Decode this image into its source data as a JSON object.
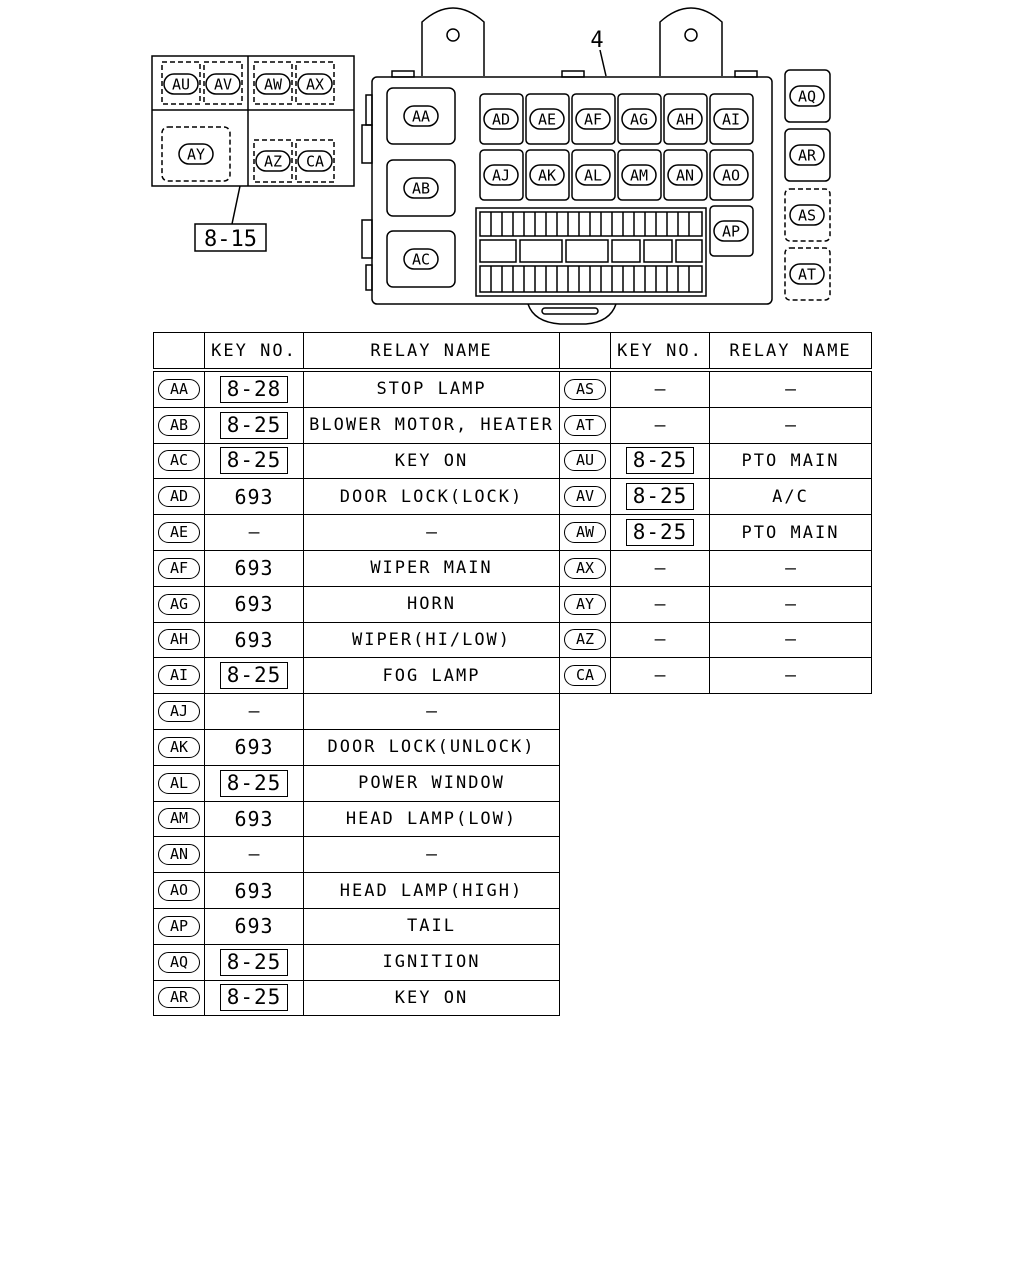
{
  "diagram": {
    "callout_main": "4",
    "callout_sub": "8-15",
    "main_box_slots": [
      "AA",
      "AB",
      "AC",
      "AD",
      "AE",
      "AF",
      "AG",
      "AH",
      "AI",
      "AJ",
      "AK",
      "AL",
      "AM",
      "AN",
      "AO",
      "AP"
    ],
    "side_slots": [
      "AQ",
      "AR",
      "AS",
      "AT"
    ],
    "sub_box_slots": [
      "AU",
      "AV",
      "AW",
      "AX",
      "AY",
      "AZ",
      "CA"
    ]
  },
  "table_left": {
    "headers": [
      "",
      "KEY NO.",
      "RELAY NAME"
    ],
    "rows": [
      {
        "code": "AA",
        "key": "8-28",
        "key_boxed": true,
        "name": "STOP LAMP"
      },
      {
        "code": "AB",
        "key": "8-25",
        "key_boxed": true,
        "name": "BLOWER MOTOR, HEATER"
      },
      {
        "code": "AC",
        "key": "8-25",
        "key_boxed": true,
        "name": "KEY ON"
      },
      {
        "code": "AD",
        "key": "693",
        "key_boxed": false,
        "name": "DOOR LOCK(LOCK)"
      },
      {
        "code": "AE",
        "key": "—",
        "key_boxed": false,
        "name": "—"
      },
      {
        "code": "AF",
        "key": "693",
        "key_boxed": false,
        "name": "WIPER MAIN"
      },
      {
        "code": "AG",
        "key": "693",
        "key_boxed": false,
        "name": "HORN"
      },
      {
        "code": "AH",
        "key": "693",
        "key_boxed": false,
        "name": "WIPER(HI/LOW)"
      },
      {
        "code": "AI",
        "key": "8-25",
        "key_boxed": true,
        "name": "FOG LAMP"
      },
      {
        "code": "AJ",
        "key": "—",
        "key_boxed": false,
        "name": "—"
      },
      {
        "code": "AK",
        "key": "693",
        "key_boxed": false,
        "name": "DOOR LOCK(UNLOCK)"
      },
      {
        "code": "AL",
        "key": "8-25",
        "key_boxed": true,
        "name": "POWER WINDOW"
      },
      {
        "code": "AM",
        "key": "693",
        "key_boxed": false,
        "name": "HEAD LAMP(LOW)"
      },
      {
        "code": "AN",
        "key": "—",
        "key_boxed": false,
        "name": "—"
      },
      {
        "code": "AO",
        "key": "693",
        "key_boxed": false,
        "name": "HEAD LAMP(HIGH)"
      },
      {
        "code": "AP",
        "key": "693",
        "key_boxed": false,
        "name": "TAIL"
      },
      {
        "code": "AQ",
        "key": "8-25",
        "key_boxed": true,
        "name": "IGNITION"
      },
      {
        "code": "AR",
        "key": "8-25",
        "key_boxed": true,
        "name": "KEY ON"
      }
    ]
  },
  "table_right": {
    "headers": [
      "",
      "KEY NO.",
      "RELAY NAME"
    ],
    "rows": [
      {
        "code": "AS",
        "key": "—",
        "key_boxed": false,
        "name": "—"
      },
      {
        "code": "AT",
        "key": "—",
        "key_boxed": false,
        "name": "—"
      },
      {
        "code": "AU",
        "key": "8-25",
        "key_boxed": true,
        "name": "PTO MAIN"
      },
      {
        "code": "AV",
        "key": "8-25",
        "key_boxed": true,
        "name": "A/C"
      },
      {
        "code": "AW",
        "key": "8-25",
        "key_boxed": true,
        "name": "PTO MAIN"
      },
      {
        "code": "AX",
        "key": "—",
        "key_boxed": false,
        "name": "—"
      },
      {
        "code": "AY",
        "key": "—",
        "key_boxed": false,
        "name": "—"
      },
      {
        "code": "AZ",
        "key": "—",
        "key_boxed": false,
        "name": "—"
      },
      {
        "code": "CA",
        "key": "—",
        "key_boxed": false,
        "name": "—"
      }
    ]
  }
}
